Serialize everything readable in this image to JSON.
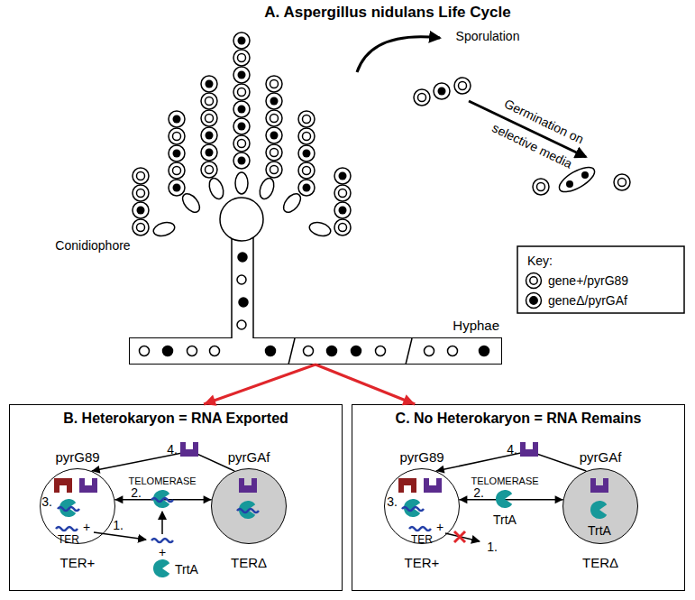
{
  "diagram": {
    "title": "A. Aspergillus nidulans Life Cycle",
    "nodes": [
      {
        "text": [
          "Hyphae"
        ]
      },
      {
        "text": [
          "B. Heterokaryon = RNA Exported"
        ]
      },
      {
        "text": [
          "pyrG89",
          "TER+"
        ],
        "in": 1
      },
      {
        "text": [
          "pyrGAf",
          "TERΔ"
        ],
        "in": 1
      },
      {
        "text": [
          "C. No Heterokaryon = RNA Remains"
        ]
      },
      {
        "text": [
          "pyrG89",
          "TER+"
        ],
        "in": 4
      },
      {
        "text": [
          "pyrGAf",
          "TERΔ"
        ],
        "in": 4
      }
    ],
    "edges": [
      {
        "from": 0,
        "to": 1,
        "arrow": "to"
      },
      {
        "from": 0,
        "to": 4,
        "arrow": "to"
      },
      {
        "from": 2,
        "to": 3,
        "arrow": "both"
      },
      {
        "from": 3,
        "to": 2,
        "arrow": "to"
      },
      {
        "from": 5,
        "to": 6,
        "arrow": "both"
      },
      {
        "from": 6,
        "to": 5,
        "arrow": "to"
      }
    ],
    "labels": [
      "Sporulation",
      "Germination on selective media",
      "Conidiophore",
      "Key:",
      "4.",
      "TELOMERASE",
      "2.",
      "3.",
      "+",
      "TER",
      "1.",
      "+",
      "TrtA",
      "4.",
      "TELOMERASE",
      "2.",
      "TrtA",
      "3.",
      "+",
      "TER",
      "1.",
      "TrtA"
    ],
    "legend": [
      {
        "text": "gene+/pyrG89"
      },
      {
        "text": "geneΔ/pyrGAf"
      }
    ]
  }
}
